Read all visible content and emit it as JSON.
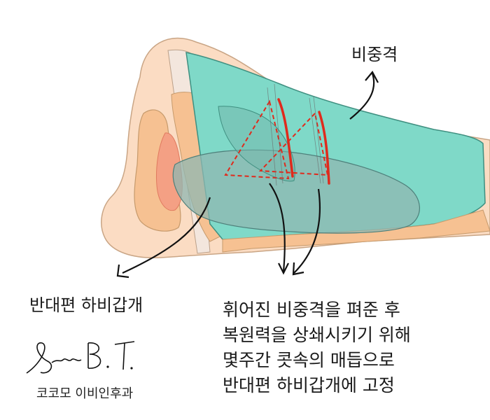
{
  "labels": {
    "septum": "비중격",
    "turbinate": "반대편 하비갑개",
    "description": [
      "휘어진 비중격을 펴준 후",
      "복원력을 상쇄시키기 위해",
      "몇주간 콧속의 매듭으로",
      "반대편 하비갑개에 고정"
    ],
    "clinic": "코코모 이비인후과",
    "signature": "Shin B. T."
  },
  "colors": {
    "skin": "#fbdcc3",
    "skin_dark": "#f6c192",
    "septum_teal": "#7fd9c8",
    "turbinate_overlay": "#8fb7b1",
    "nostril": "#f4a084",
    "suture_red": "#e02a1c",
    "ink": "#1a1a1a"
  }
}
